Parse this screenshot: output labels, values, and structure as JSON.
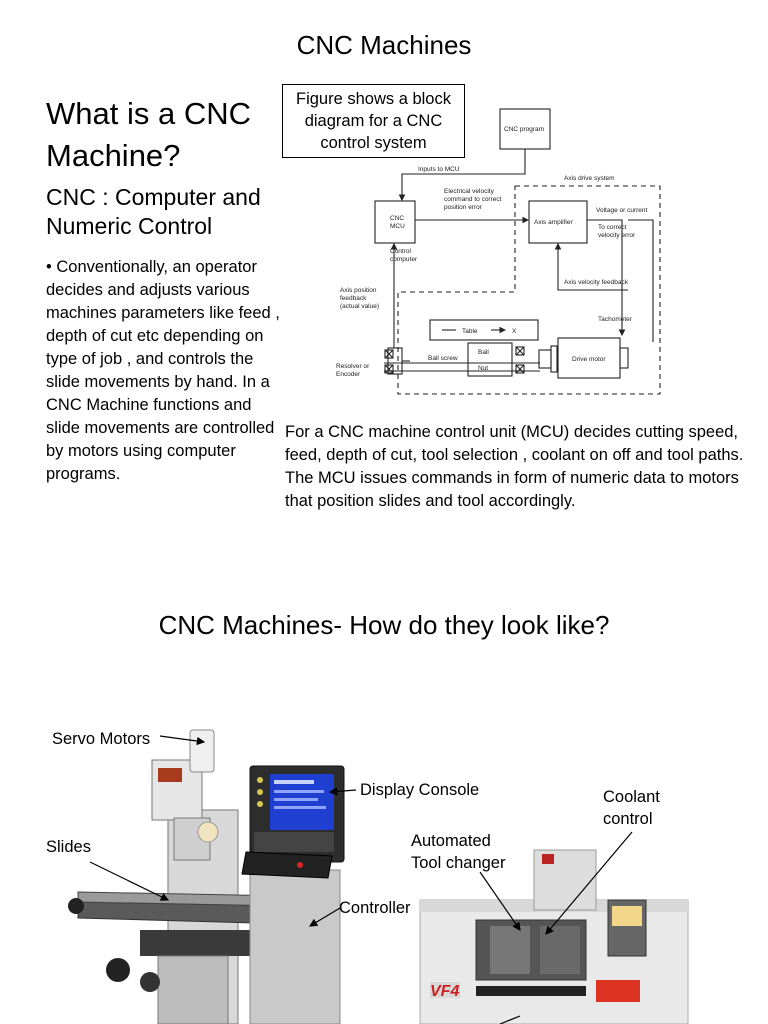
{
  "slide1": {
    "title": "CNC Machines",
    "heading": "What is a CNC Machine?",
    "subheading": "CNC : Computer and Numeric Control",
    "bullet": "Conventionally, an operator decides and adjusts various machines parameters like feed , depth of cut etc depending on type of job , and controls the slide movements by hand. In a CNC Machine functions and slide movements are controlled by motors using computer programs.",
    "caption_box": "Figure shows a block diagram for a CNC control system",
    "paragraph": "For a CNC machine control unit (MCU) decides cutting speed, feed, depth of cut, tool selection , coolant on off and tool paths. The MCU issues commands in form of  numeric data to motors that position slides and tool accordingly."
  },
  "diagram": {
    "cnc_program": "CNC program",
    "inputs_to_mcu": "Inputs to MCU",
    "axis_drive_system": "Axis drive system",
    "velocity_command": [
      "Electrical velocity",
      "command to correct",
      "position error"
    ],
    "voltage_or_current": "Voltage or current",
    "to_correct": [
      "To correct",
      "velocity error"
    ],
    "cnc_mcu": [
      "CNC",
      "MCU"
    ],
    "control_computer": [
      "Control",
      "computer"
    ],
    "axis_amplifier": "Axis amplifier",
    "axis_velocity_feedback": "Axis velocity feedback",
    "axis_position_feedback": [
      "Axis position",
      "feedback",
      "(actual value)"
    ],
    "tachometer": "Tachometer",
    "table": "Table",
    "x_axis": "X",
    "ball_screw": "Ball screw",
    "ball_nut": [
      "Ball",
      "Nut"
    ],
    "drive_motor": "Drive motor",
    "resolver": [
      "Resolver or",
      "Encoder"
    ]
  },
  "slide2": {
    "title": "CNC Machines- How do they look like?",
    "labels": {
      "servo_motors": "Servo Motors",
      "display_console": "Display Console",
      "coolant_control": [
        "Coolant",
        "control"
      ],
      "slides": "Slides",
      "automated_tool_changer": [
        "Automated",
        "Tool changer"
      ],
      "controller": "Controller",
      "machine_brand": "VF4"
    }
  }
}
